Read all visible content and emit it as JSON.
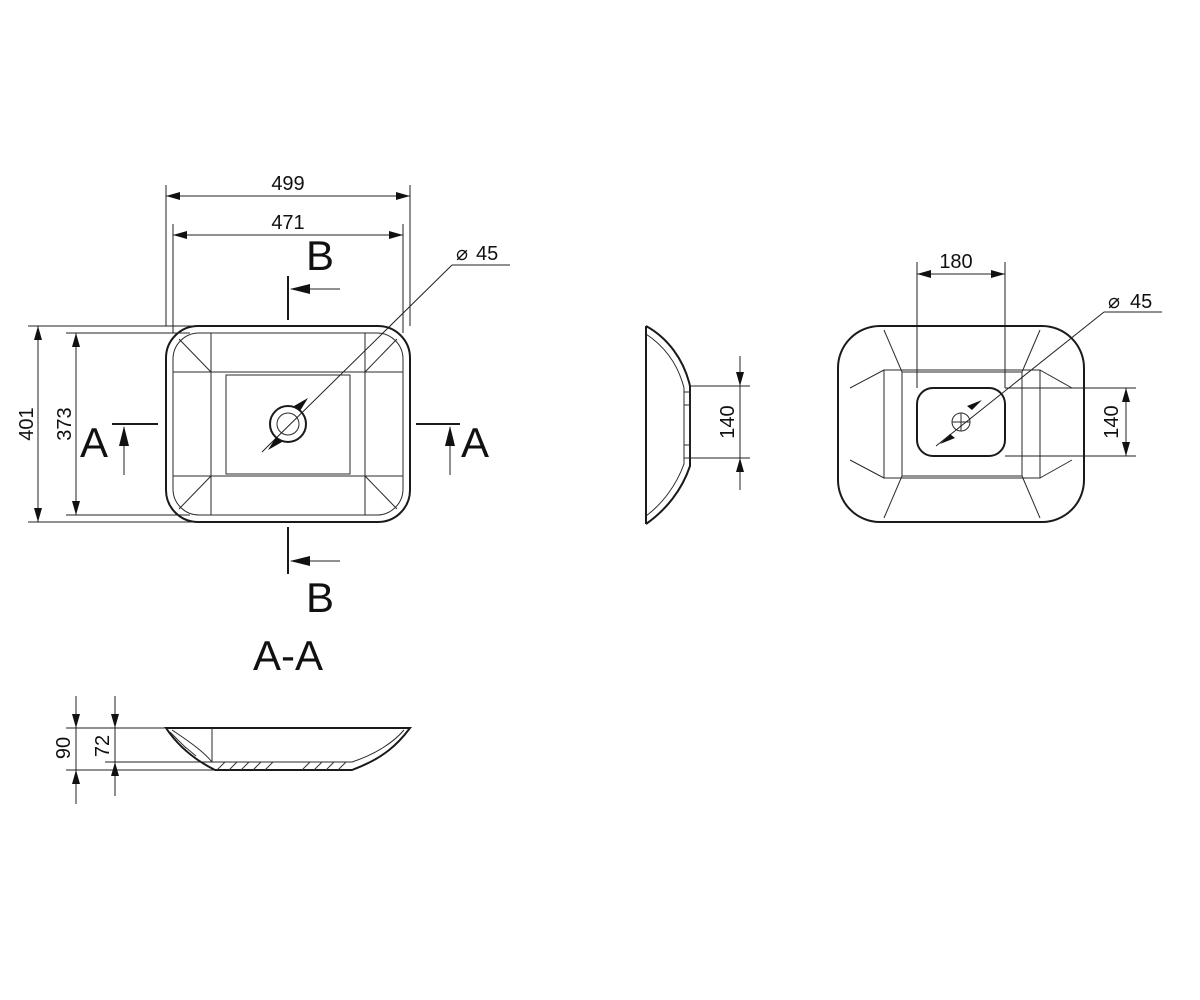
{
  "top_view": {
    "width_outer": "499",
    "width_inner": "471",
    "depth_outer": "401",
    "depth_inner": "373",
    "drain_diameter": "45",
    "section_a_left": "A",
    "section_a_right": "A",
    "section_b_top": "B",
    "section_b_bottom": "B"
  },
  "side_view": {
    "drain_offset": "140"
  },
  "bottom_view": {
    "foot_width": "180",
    "foot_depth": "140",
    "drain_diameter": "45"
  },
  "section_view": {
    "title": "A-A",
    "height_outer": "90",
    "height_inner": "72"
  },
  "symbols": {
    "diameter": "⌀"
  }
}
